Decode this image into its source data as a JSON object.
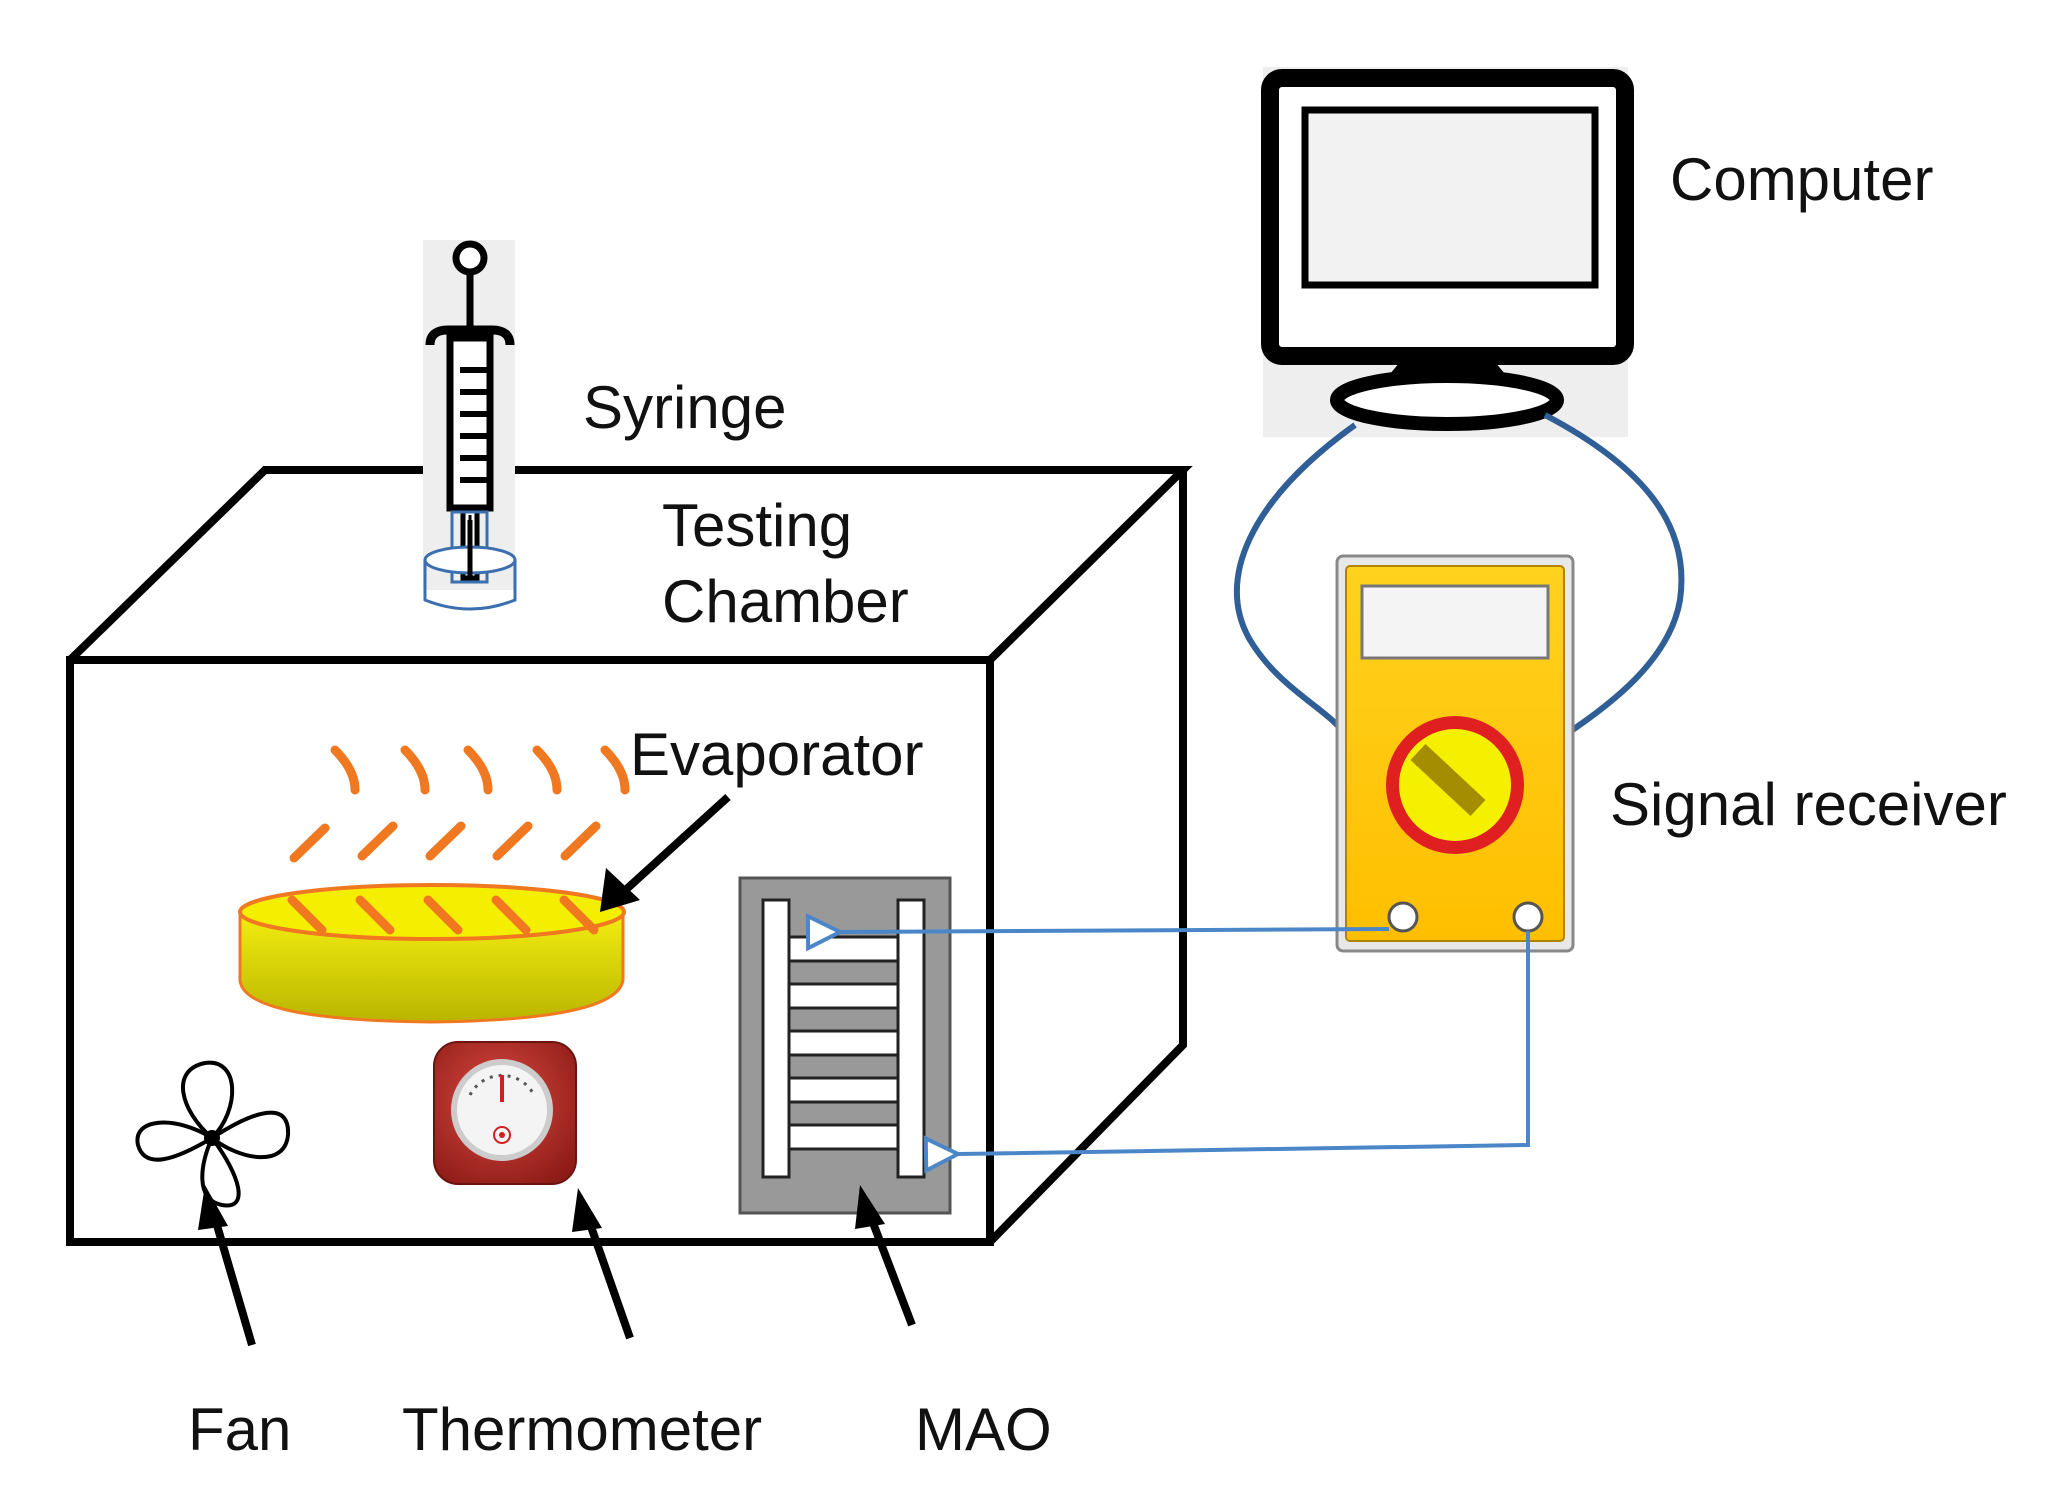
{
  "labels": {
    "computer": "Computer",
    "syringe": "Syringe",
    "testing": "Testing",
    "chamber": "Chamber",
    "evaporator": "Evaporator",
    "signal_receiver": "Signal receiver",
    "fan": "Fan",
    "thermometer": "Thermometer",
    "mao": "MAO"
  },
  "colors": {
    "outline": "#000000",
    "cable": "#2f5f96",
    "signal_line": "#4a86c8",
    "meter_body": "#ffc90e",
    "meter_dial_ring": "#e02020",
    "meter_dial": "#f5f000",
    "vapor": "#f07820",
    "dish_top": "#f5ef00",
    "dish_side": "#c8c400",
    "sensor_frame": "#999999",
    "thermometer_case": "#b02a25"
  },
  "icons": [
    "monitor-icon",
    "syringe-icon",
    "multimeter-icon",
    "fan-icon",
    "thermometer-icon",
    "electrode-icon"
  ]
}
